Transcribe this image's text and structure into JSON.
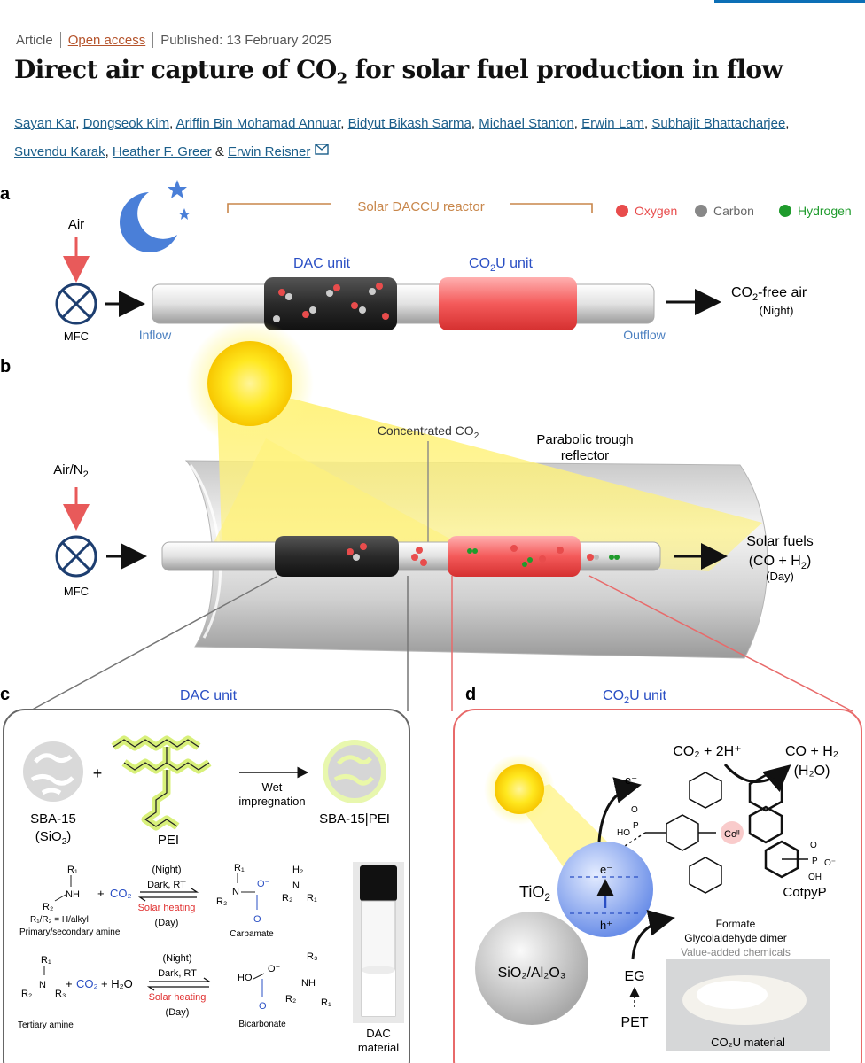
{
  "article": {
    "type": "Article",
    "open_access": "Open access",
    "published": "Published: 13 February 2025",
    "title_pre": "Direct air capture of CO",
    "title_sub": "2",
    "title_post": " for solar fuel production in flow",
    "authors": [
      "Sayan Kar",
      "Dongseok Kim",
      "Ariffin Bin Mohamad Annuar",
      "Bidyut Bikash Sarma",
      "Michael Stanton",
      "Erwin Lam",
      "Subhajit Bhattacharjee",
      "Suvendu Karak",
      "Heather F. Greer"
    ],
    "amp": "&",
    "last_author": "Erwin Reisner"
  },
  "figure": {
    "panel_a": {
      "letter": "a",
      "reactor": "Solar DACCU reactor",
      "legend": [
        "Oxygen",
        "Carbon",
        "Hydrogen"
      ],
      "air": "Air",
      "mfc": "MFC",
      "inflow": "Inflow",
      "dac": "DAC unit",
      "co2u_pre": "CO",
      "co2u_sub": "2",
      "co2u_post": "U unit",
      "outflow": "Outflow",
      "free_pre": "CO",
      "free_sub": "2",
      "free_post": "-free air",
      "night": "(Night)"
    },
    "panel_b": {
      "letter": "b",
      "air_pre": "Air/N",
      "air_sub": "2",
      "mfc": "MFC",
      "conc_pre": "Concentrated CO",
      "conc_sub": "2",
      "trough1": "Parabolic trough",
      "trough2": "reflector",
      "fuels1": "Solar fuels",
      "fuels2": "(CO + H",
      "fuels2_sub": "2",
      "fuels2_post": ")",
      "day": "(Day)"
    },
    "panel_c": {
      "letter": "c",
      "title": "DAC unit",
      "sba": "SBA-15",
      "sio2": "(SiO",
      "sio2_sub": "2",
      "sio2_post": ")",
      "plus": "+",
      "pei": "PEI",
      "wet1": "Wet",
      "wet2": "impregnation",
      "product": "SBA-15|PEI",
      "night": "(Night)",
      "dark": "Dark, RT",
      "solar": "Solar heating",
      "day": "(Day)",
      "r1r2": "R₁/R₂ = H/alkyl",
      "primary": "Primary/secondary amine",
      "carbamate": "Carbamate",
      "tertiary": "Tertiary amine",
      "bicarbonate": "Bicarbonate",
      "co2": "CO₂",
      "h2o": "+ H₂O",
      "dac_mat1": "DAC",
      "dac_mat2": "material"
    },
    "panel_d": {
      "letter": "d",
      "title_pre": "CO",
      "title_sub": "2",
      "title_post": "U unit",
      "rxn_left": "CO₂ + 2H⁺",
      "rxn_right1": "CO + H₂",
      "rxn_right2": "(H₂O)",
      "tio2_pre": "TiO",
      "tio2_sub": "2",
      "support": "SiO₂/Al₂O₃",
      "eminus": "e⁻",
      "hplus": "h⁺",
      "catalyst": "CotpyP",
      "formate": "Formate",
      "glyco": "Glycolaldehyde dimer",
      "value": "Value-added chemicals",
      "eg": "EG",
      "pet": "PET",
      "co2u_mat": "CO₂U material"
    },
    "colors": {
      "oxygen": "#e84c4c",
      "carbon": "#888888",
      "hydrogen": "#1f9b2c",
      "accent_blue": "#2a4fc4",
      "link": "#1b5e8a"
    }
  }
}
